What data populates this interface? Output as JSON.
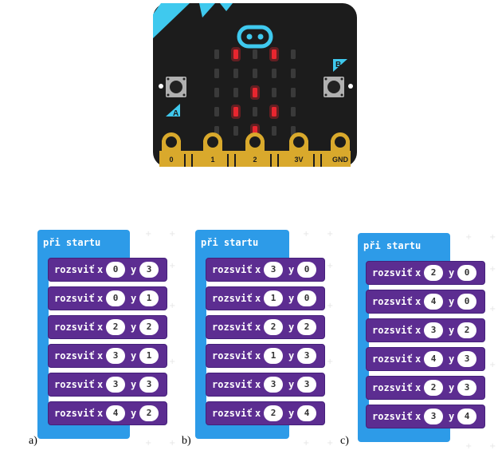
{
  "board": {
    "pins": [
      "0",
      "1",
      "2",
      "3V",
      "GND"
    ],
    "button_a": "A",
    "button_b": "B",
    "lit_leds": [
      [
        1,
        0
      ],
      [
        3,
        0
      ],
      [
        2,
        2
      ],
      [
        1,
        3
      ],
      [
        3,
        3
      ],
      [
        2,
        4
      ]
    ],
    "colors": {
      "board": "#1c1c1c",
      "accent": "#3fc9ee",
      "led_on": "#e8262f",
      "led_off": "#3a3a3a",
      "pin": "#d9a92c"
    }
  },
  "panels": [
    {
      "label": "a)",
      "hat": "při startu",
      "blocks": [
        {
          "cmd": "rozsviť",
          "x_label": "x",
          "x": "0",
          "y_label": "y",
          "y": "3"
        },
        {
          "cmd": "rozsviť",
          "x_label": "x",
          "x": "0",
          "y_label": "y",
          "y": "1"
        },
        {
          "cmd": "rozsviť",
          "x_label": "x",
          "x": "2",
          "y_label": "y",
          "y": "2"
        },
        {
          "cmd": "rozsviť",
          "x_label": "x",
          "x": "3",
          "y_label": "y",
          "y": "1"
        },
        {
          "cmd": "rozsviť",
          "x_label": "x",
          "x": "3",
          "y_label": "y",
          "y": "3"
        },
        {
          "cmd": "rozsviť",
          "x_label": "x",
          "x": "4",
          "y_label": "y",
          "y": "2"
        }
      ]
    },
    {
      "label": "b)",
      "hat": "při startu",
      "blocks": [
        {
          "cmd": "rozsviť",
          "x_label": "x",
          "x": "3",
          "y_label": "y",
          "y": "0"
        },
        {
          "cmd": "rozsviť",
          "x_label": "x",
          "x": "1",
          "y_label": "y",
          "y": "0"
        },
        {
          "cmd": "rozsviť",
          "x_label": "x",
          "x": "2",
          "y_label": "y",
          "y": "2"
        },
        {
          "cmd": "rozsviť",
          "x_label": "x",
          "x": "1",
          "y_label": "y",
          "y": "3"
        },
        {
          "cmd": "rozsviť",
          "x_label": "x",
          "x": "3",
          "y_label": "y",
          "y": "3"
        },
        {
          "cmd": "rozsviť",
          "x_label": "x",
          "x": "2",
          "y_label": "y",
          "y": "4"
        }
      ]
    },
    {
      "label": "c)",
      "hat": "při startu",
      "blocks": [
        {
          "cmd": "rozsviť",
          "x_label": "x",
          "x": "2",
          "y_label": "y",
          "y": "0"
        },
        {
          "cmd": "rozsviť",
          "x_label": "x",
          "x": "4",
          "y_label": "y",
          "y": "0"
        },
        {
          "cmd": "rozsviť",
          "x_label": "x",
          "x": "3",
          "y_label": "y",
          "y": "2"
        },
        {
          "cmd": "rozsviť",
          "x_label": "x",
          "x": "4",
          "y_label": "y",
          "y": "3"
        },
        {
          "cmd": "rozsviť",
          "x_label": "x",
          "x": "2",
          "y_label": "y",
          "y": "3"
        },
        {
          "cmd": "rozsviť",
          "x_label": "x",
          "x": "3",
          "y_label": "y",
          "y": "4"
        }
      ]
    }
  ]
}
